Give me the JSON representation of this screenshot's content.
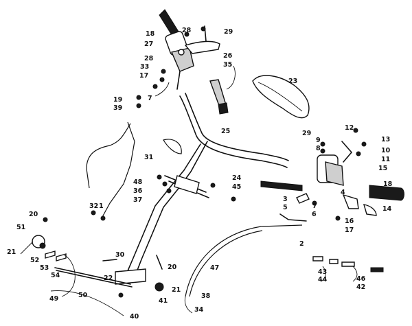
{
  "diagram": {
    "callouts": [
      "1",
      "2",
      "3",
      "4",
      "5",
      "6",
      "7",
      "7",
      "8",
      "9",
      "10",
      "11",
      "12",
      "13",
      "14",
      "15",
      "16",
      "17",
      "17",
      "18",
      "18",
      "19",
      "20",
      "20",
      "21",
      "21",
      "22",
      "23",
      "24",
      "25",
      "26",
      "27",
      "28",
      "28",
      "29",
      "29",
      "30",
      "31",
      "32",
      "33",
      "34",
      "35",
      "36",
      "37",
      "38",
      "39",
      "40",
      "41",
      "42",
      "43",
      "44",
      "45",
      "46",
      "47",
      "48",
      "49",
      "50",
      "51",
      "52",
      "53",
      "54"
    ]
  }
}
